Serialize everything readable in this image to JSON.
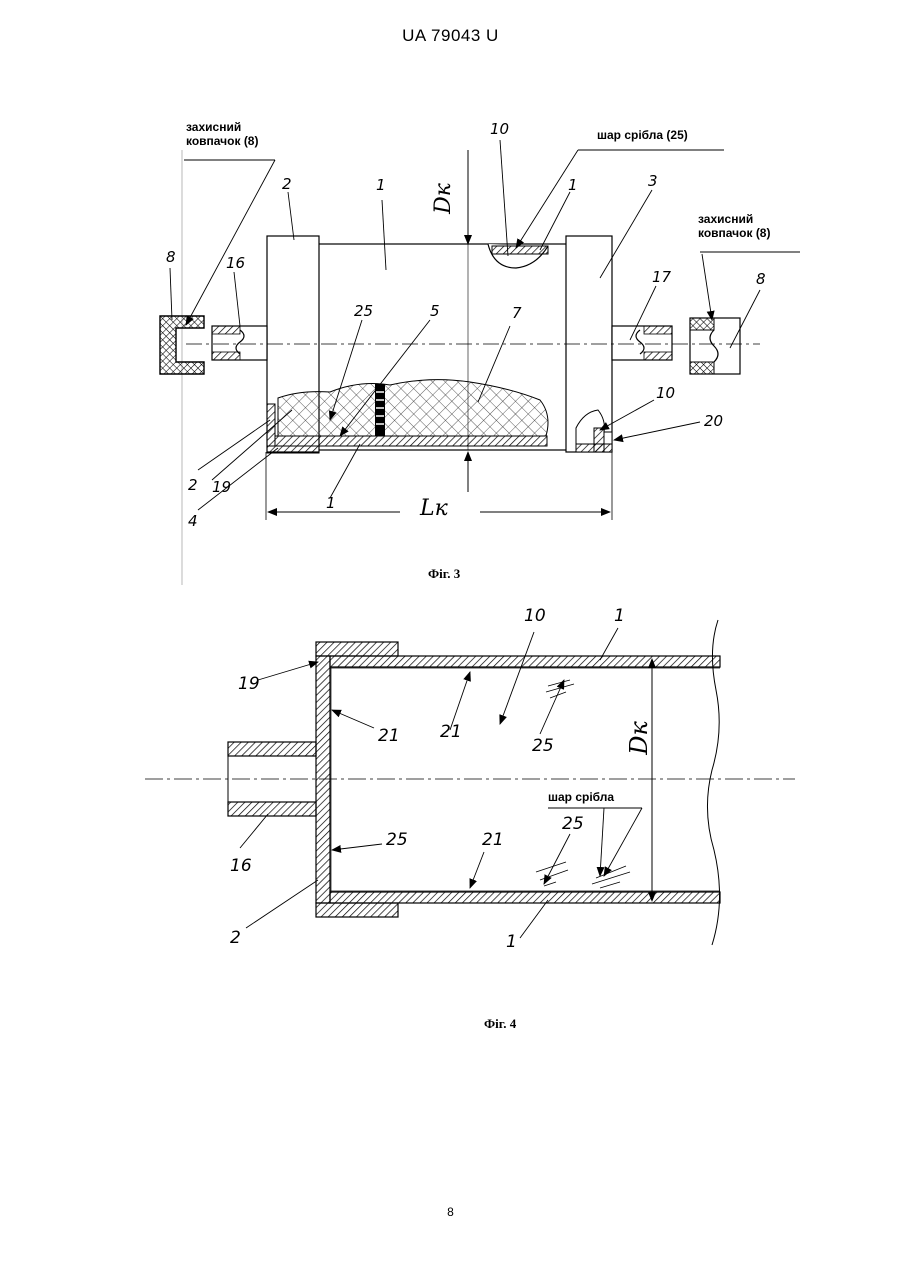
{
  "header": "UA   79043   U",
  "fig3": {
    "caption": "Фіг. 3",
    "cap_label_left": [
      "захисний",
      "ковпачок (8)"
    ],
    "cap_label_right": [
      "захисний",
      "ковпачок (8)"
    ],
    "silver_label": "шар срібла (25)",
    "dim_d": "Dк",
    "dim_l": "Lк",
    "refs": {
      "r8a": "8",
      "r16": "16",
      "r2a": "2",
      "r1a": "1",
      "r10a": "10",
      "r1b": "1",
      "r3": "3",
      "r17": "17",
      "r8b": "8",
      "r25": "25",
      "r5": "5",
      "r7": "7",
      "r10b": "10",
      "r20": "20",
      "r2b": "2",
      "r19": "19",
      "r1c": "1",
      "r4": "4"
    }
  },
  "fig4": {
    "caption": "Фіг. 4",
    "silver_label": "шар срібла",
    "dim_d": "Dк",
    "refs": {
      "r10": "10",
      "r1a": "1",
      "r19": "19",
      "r21a": "21",
      "r21b": "21",
      "r25a": "25",
      "r25b": "25",
      "r21c": "21",
      "r25c": "25",
      "r16": "16",
      "r2": "2",
      "r1b": "1"
    }
  },
  "page_number": "8"
}
